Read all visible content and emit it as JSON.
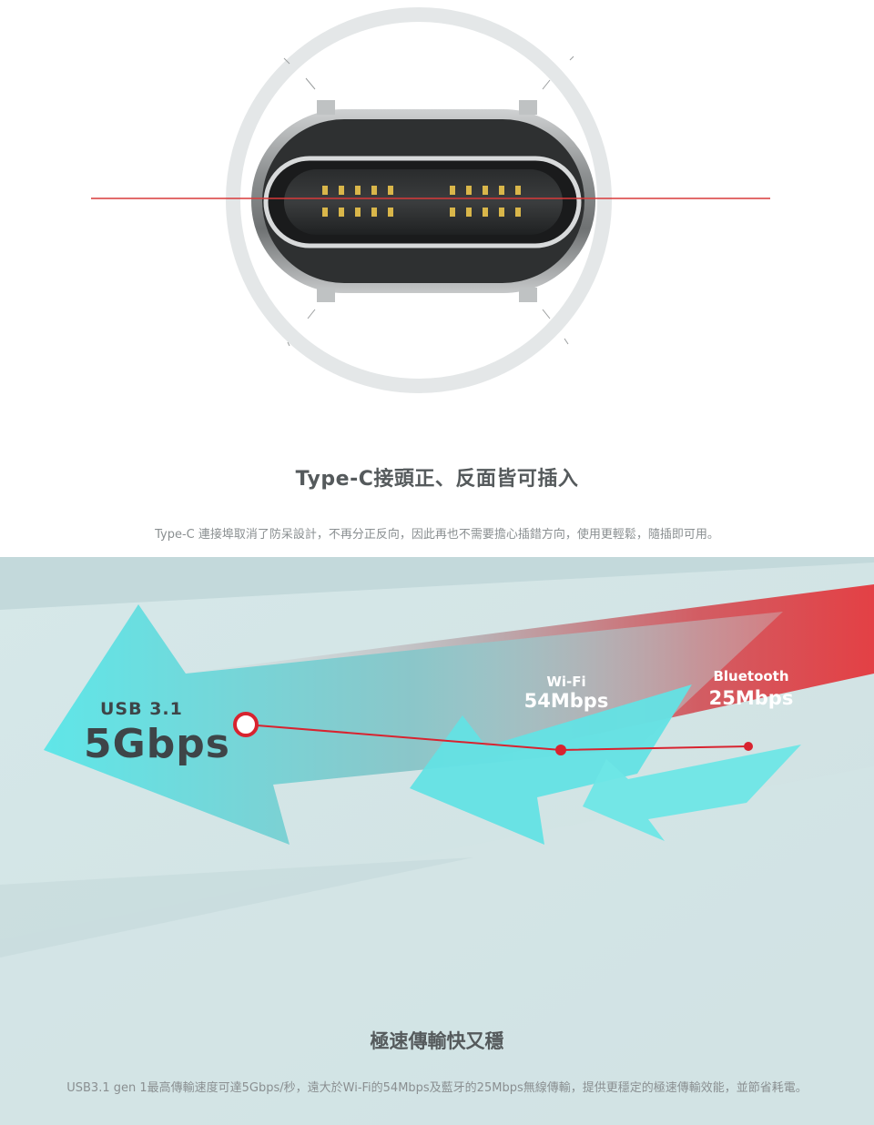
{
  "connector_section": {
    "headline": "Type-C接頭正、反面皆可插入",
    "description": "Type-C 連接埠取消了防呆設計，不再分正反向，因此再也不需要擔心插錯方向，使用更輕鬆，隨插即可用。"
  },
  "speed_section": {
    "usb": {
      "name": "USB 3.1",
      "value": "5Gbps"
    },
    "wifi": {
      "name": "Wi-Fi",
      "value": "54Mbps"
    },
    "bluetooth": {
      "name": "Bluetooth",
      "value": "25Mbps"
    },
    "title": "極速傳輸快又穩",
    "description": "USB3.1 gen 1最高傳輸速度可達5Gbps/秒，遠大於Wi-Fi的54Mbps及藍牙的25Mbps無線傳輸，提供更穩定的極速傳輸效能，並節省耗電。"
  },
  "colors": {
    "accent_red": "#e03838",
    "arrow_cyan": "#5ee8ea",
    "text_dark": "#3e4548",
    "text_gray": "#8a8f91"
  }
}
